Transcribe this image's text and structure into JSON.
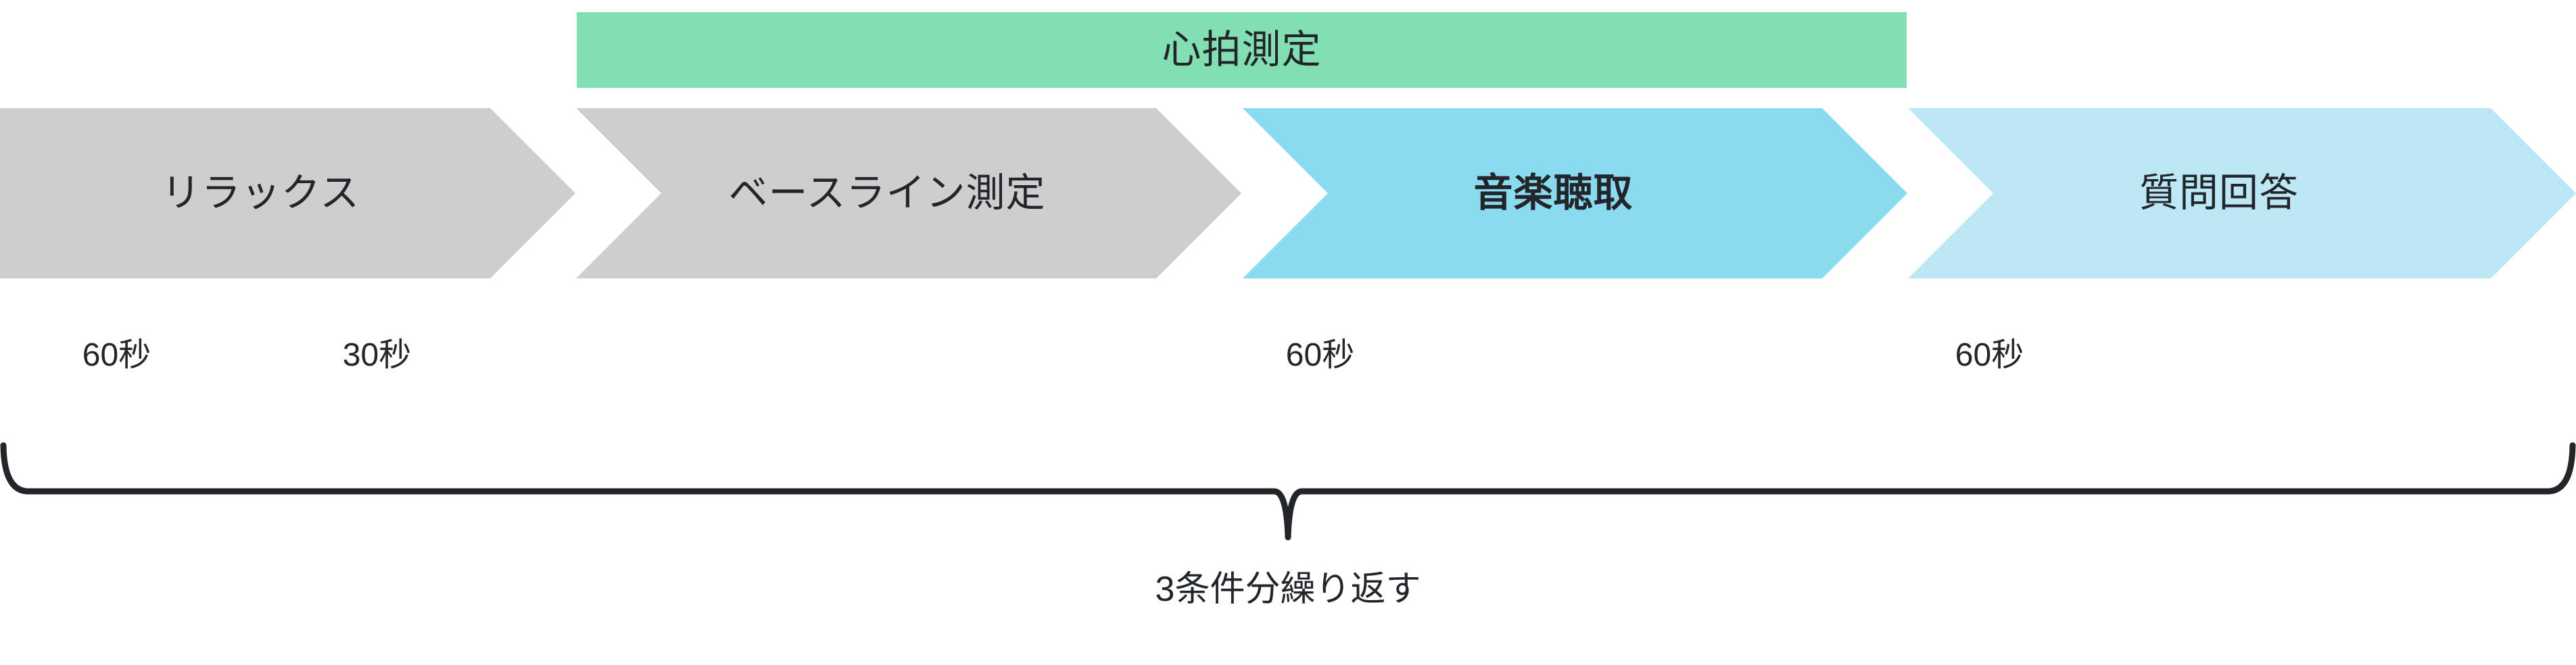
{
  "banner": {
    "label": "心拍測定",
    "color": "#82dfb4",
    "text_color": "#22262b"
  },
  "phases": [
    {
      "label": "リラックス",
      "duration": "60秒",
      "color": "#cecece",
      "bold": false,
      "icon": "chevron-right-icon"
    },
    {
      "label": "ベースライン測定",
      "duration": "30秒",
      "color": "#cecece",
      "bold": false,
      "icon": "chevron-right-icon"
    },
    {
      "label": "音楽聴取",
      "duration": "60秒",
      "color": "#8bdbf0",
      "bold": true,
      "icon": "chevron-right-icon"
    },
    {
      "label": "質問回答",
      "duration": "60秒",
      "color": "#bce7f5",
      "bold": false,
      "icon": "chevron-right-icon"
    }
  ],
  "brace": {
    "caption": "3条件分繰り返す",
    "stroke_color": "#22262b"
  },
  "background": "#ffffff"
}
